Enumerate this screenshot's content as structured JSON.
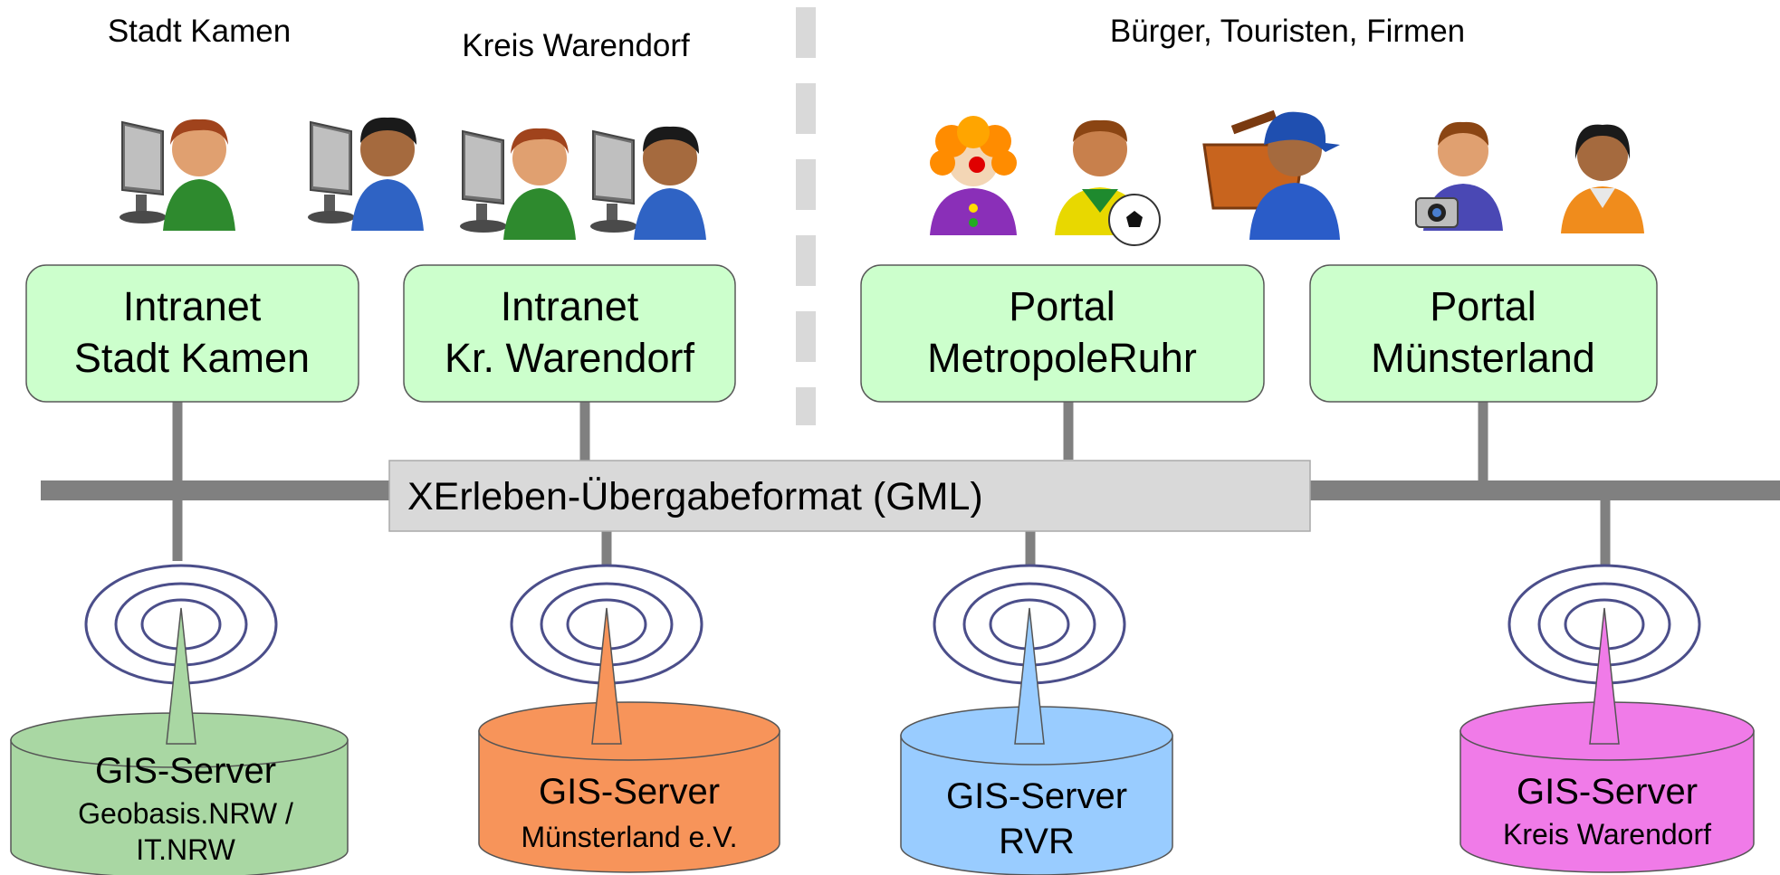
{
  "groups": {
    "kamen": "Stadt Kamen",
    "warendorf": "Kreis Warendorf",
    "public": "Bürger, Touristen, Firmen"
  },
  "portals": [
    {
      "line1": "Intranet",
      "line2": "Stadt Kamen"
    },
    {
      "line1": "Intranet",
      "line2": "Kr. Warendorf"
    },
    {
      "line1": "Portal",
      "line2": "MetropoleRuhr"
    },
    {
      "line1": "Portal",
      "line2": "Münsterland"
    }
  ],
  "bus": {
    "label": "XErleben-Übergabeformat (GML)"
  },
  "servers": [
    {
      "title": "GIS-Server",
      "line2": "Geobasis.NRW /",
      "line3": "IT.NRW",
      "color": "#a9d7a3"
    },
    {
      "title": "GIS-Server",
      "line2": "Münsterland e.V.",
      "color": "#f7945a"
    },
    {
      "title": "GIS-Server",
      "line2": "RVR",
      "color": "#99ccff"
    },
    {
      "title": "GIS-Server",
      "line2": "Kreis Warendorf",
      "color": "#f07be8"
    }
  ],
  "colors": {
    "portal_fill": "#ccffcc",
    "bus_line": "#808080",
    "bus_label_bg": "#d9d9d9",
    "bus_label_text": "#ff0000",
    "antenna_ring": "#4b4e8a",
    "divider": "#d9d9d9"
  },
  "people": {
    "kamen": [
      "computer-user-female-icon",
      "computer-user-male-icon"
    ],
    "warendorf": [
      "computer-user-female-icon",
      "computer-user-male-icon"
    ],
    "public": [
      "clown-icon",
      "football-player-icon",
      "craftsman-icon",
      "tourist-icon",
      "person-icon"
    ]
  }
}
